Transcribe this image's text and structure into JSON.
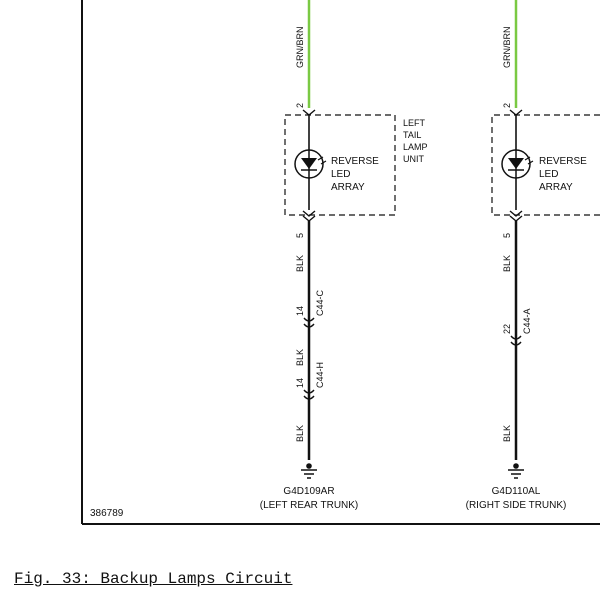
{
  "figure_id": "386789",
  "caption": "Fig. 33: Backup Lamps Circuit",
  "left": {
    "top_wire_color": "GRN/BRN",
    "pin_top": "2",
    "unit_label": [
      "LEFT",
      "TAIL",
      "LAMP",
      "UNIT"
    ],
    "led_label": [
      "REVERSE",
      "LED",
      "ARRAY"
    ],
    "pin_bottom": "5",
    "wire_1": "BLK",
    "connector_1_pin": "14",
    "connector_1": "C44-C",
    "wire_2": "BLK",
    "connector_2_pin": "14",
    "connector_2": "C44-H",
    "wire_3": "BLK",
    "ground_id": "G4D109AR",
    "ground_desc": "(LEFT REAR TRUNK)"
  },
  "right": {
    "top_wire_color": "GRN/BRN",
    "pin_top": "2",
    "led_label": [
      "REVERSE",
      "LED",
      "ARRAY"
    ],
    "pin_bottom": "5",
    "wire_1": "BLK",
    "connector_1_pin": "22",
    "connector_1": "C44-A",
    "wire_2": "BLK",
    "ground_id": "G4D110AL",
    "ground_desc": "(RIGHT SIDE TRUNK)"
  },
  "colors": {
    "wire_green": "#7ac943",
    "wire_black": "#111111",
    "ink": "#111111"
  }
}
